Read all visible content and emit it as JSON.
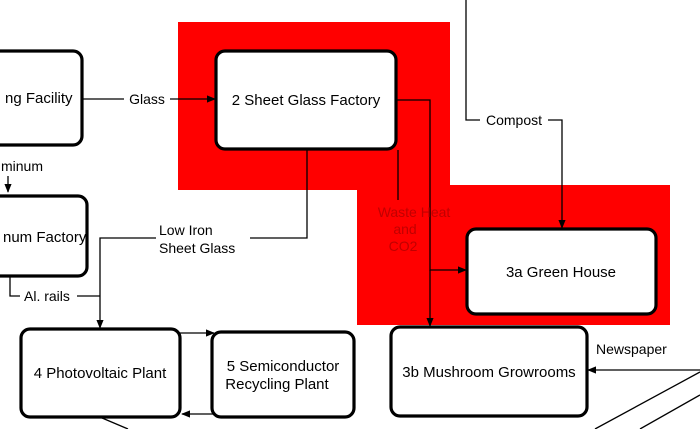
{
  "colors": {
    "highlight": "#ff0000",
    "node_fill": "#ffffff",
    "stroke": "#000000",
    "red_label": "#c00000"
  },
  "nodes": {
    "recycling_facility": {
      "label": "ng Facility"
    },
    "aluminum_factory": {
      "label": "num Factory"
    },
    "sheet_glass_factory": {
      "label": "2 Sheet Glass Factory"
    },
    "green_house": {
      "label": "3a Green House"
    },
    "mushroom_growrooms": {
      "label": "3b Mushroom Growrooms"
    },
    "photovoltaic_plant": {
      "label": "4 Photovoltaic Plant"
    },
    "semiconductor_plant": {
      "label_line1": "5 Semiconductor",
      "label_line2": "Recycling Plant"
    }
  },
  "edges": {
    "glass": "Glass",
    "aluminum": "minum",
    "compost": "Compost",
    "low_iron_line1": "Low Iron",
    "low_iron_line2": "Sheet Glass",
    "al_rails": "Al. rails",
    "waste_heat_line1": "Waste Heat",
    "waste_heat_line2": "and",
    "waste_heat_line3": "CO2",
    "newspaper": "Newspaper"
  }
}
